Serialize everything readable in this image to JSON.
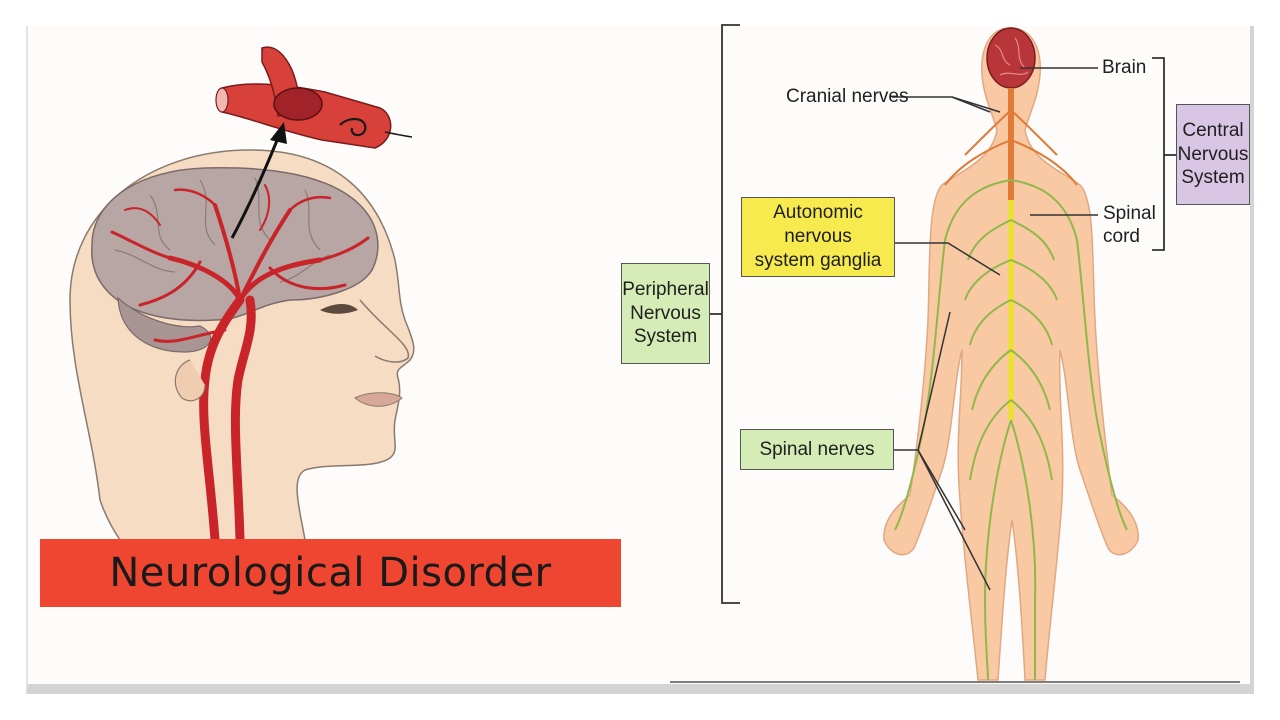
{
  "left": {
    "banner_text": "Neurological Disorder"
  },
  "right": {
    "labels": {
      "brain": "Brain",
      "cranial_nerves": "Cranial nerves",
      "spinal_cord_line1": "Spinal",
      "spinal_cord_line2": "cord",
      "autonomic_line1": "Autonomic nervous",
      "autonomic_line2": "system ganglia",
      "spinal_nerves": "Spinal nerves",
      "pns_line1": "Peripheral",
      "pns_line2": "Nervous",
      "pns_line3": "System",
      "cns_line1": "Central",
      "cns_line2": "Nervous",
      "cns_line3": "System"
    }
  },
  "colors": {
    "banner_red": "#ee4630",
    "artery_red": "#c8242a",
    "skin": "#f6dcc2",
    "brain_gray": "#b7a6a4",
    "body_skin": "#f9c9a4",
    "nerve_green": "#8fb84a",
    "spinal_yellow": "#ecdf3c",
    "nerve_orange": "#e07a35",
    "box_green": "#d6ecb6",
    "box_yellow": "#f6ea4e",
    "box_purple": "#d9c6e4"
  }
}
